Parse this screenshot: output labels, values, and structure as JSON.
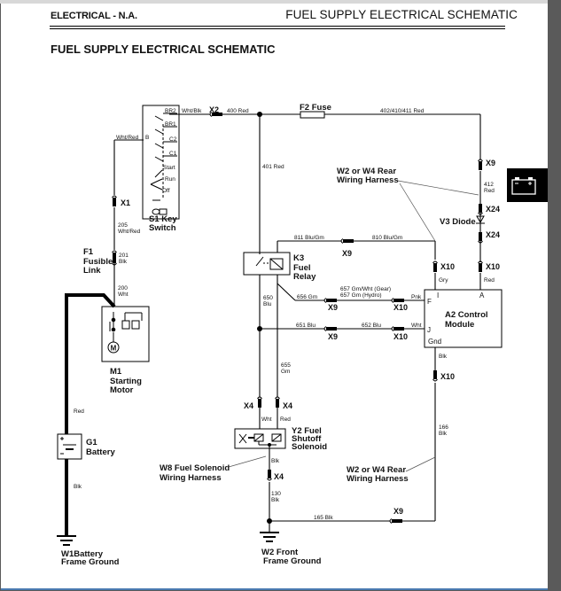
{
  "header": {
    "section": "ELECTRICAL - N.A.",
    "page_title": "FUEL SUPPLY ELECTRICAL SCHEMATIC"
  },
  "title": "FUEL SUPPLY ELECTRICAL SCHEMATIC",
  "side_tab": {
    "icon": "battery-icon"
  },
  "components": {
    "s1": [
      "S1 Key",
      "Switch"
    ],
    "s1_terminals": [
      "BR2",
      "BR1",
      "B",
      "C2",
      "C1",
      "Start",
      "Run",
      "Off"
    ],
    "f1": [
      "F1",
      "Fusible",
      "Link"
    ],
    "m1": [
      "M1",
      "Starting",
      "Motor"
    ],
    "m1_symbol": "M",
    "g1": [
      "G1",
      "Battery"
    ],
    "w1": [
      "W1Battery",
      "Frame Ground"
    ],
    "f2": "F2 Fuse",
    "k3": [
      "K3",
      "Fuel",
      "Relay"
    ],
    "y2": [
      "Y2 Fuel",
      "Shutoff",
      "Solenoid"
    ],
    "w8": [
      "W8 Fuel Solenoid",
      "Wiring Harness"
    ],
    "w2_front": [
      "W2 Front",
      "Frame Ground"
    ],
    "w2w4_top": [
      "W2 or W4 Rear",
      "Wiring Harness"
    ],
    "w2w4_bottom": [
      "W2 or W4 Rear",
      "Wiring Harness"
    ],
    "v3": "V3 Diode",
    "a2": [
      "A2 Control",
      "Module"
    ],
    "a2_pins": {
      "I": "I",
      "A": "A",
      "F": "F",
      "J": "J",
      "Gnd": "Gnd"
    }
  },
  "connectors": {
    "x1": "X1",
    "x2": "X2",
    "x9_top": "X9",
    "x24_top": "X24",
    "x24_bottom": "X24",
    "x10_a": "X10",
    "x10_i": "X10",
    "x9_relay": "X9",
    "x9_f": "X9",
    "x10_f": "X10",
    "x9_j": "X9",
    "x10_j": "X10",
    "x10_gnd": "X10",
    "x4_left": "X4",
    "x4_right": "X4",
    "x4_bottom": "X4",
    "x9_bottom": "X9"
  },
  "wires": {
    "wht_blk": "Wht/Blk",
    "w400": "400 Red",
    "w402": "402/410/411 Red",
    "w401": "401 Red",
    "wht_red": "Wht/Red",
    "w205": [
      "205",
      "Wht/Red"
    ],
    "w201": [
      "201",
      "Blk"
    ],
    "w200": [
      "200",
      "Wht"
    ],
    "w412": [
      "412",
      "Red"
    ],
    "red_a": "Red",
    "gry": "Gry",
    "w811": "811 Blu/Gm",
    "w810": "810 Blu/Gm",
    "w650": [
      "650",
      "Blu"
    ],
    "w656": "656 Gm",
    "w657a": "657 Gm/Wht (Gear)",
    "w657b": "657 Gm (Hydro)",
    "pnk": "Pnk",
    "w651": "651 Blu",
    "w652": "652 Blu",
    "wht_j": "Wht",
    "w655": [
      "655",
      "Gm"
    ],
    "wht_y2": "Wht",
    "red_y2": "Red",
    "blk_y2": "Blk",
    "w130": [
      "130",
      "Blk"
    ],
    "w165": "165 Blk",
    "blk_gnd": "Blk",
    "w166": [
      "166",
      "Blk"
    ],
    "red_batt": "Red",
    "blk_batt": "Blk"
  }
}
